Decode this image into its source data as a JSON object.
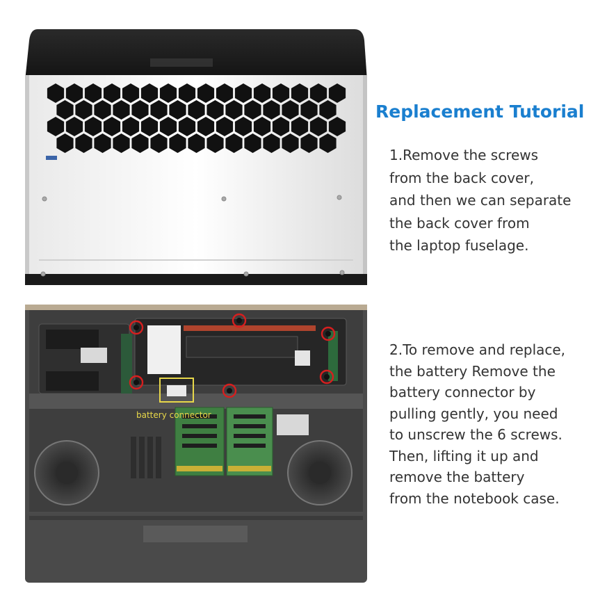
{
  "title": "Replacement Tutorial",
  "step1": {
    "lines": [
      "1.Remove the screws",
      "from the back cover,",
      "and then we can separate",
      "the back cover from",
      "the laptop fuselage."
    ]
  },
  "step2": {
    "lines": [
      "2.To remove and replace,",
      "the battery Remove the",
      "battery connector by",
      "pulling gently, you need",
      "to unscrew the 6 screws.",
      "Then, lifting it up and",
      "remove the battery",
      "from the notebook case."
    ]
  },
  "annotation": {
    "battery_connector": "battery connector"
  },
  "colors": {
    "title": "#1a7fcf",
    "body_text": "#333333",
    "screw_marker": "#d61f1f",
    "connector_box": "#e8d84a"
  }
}
